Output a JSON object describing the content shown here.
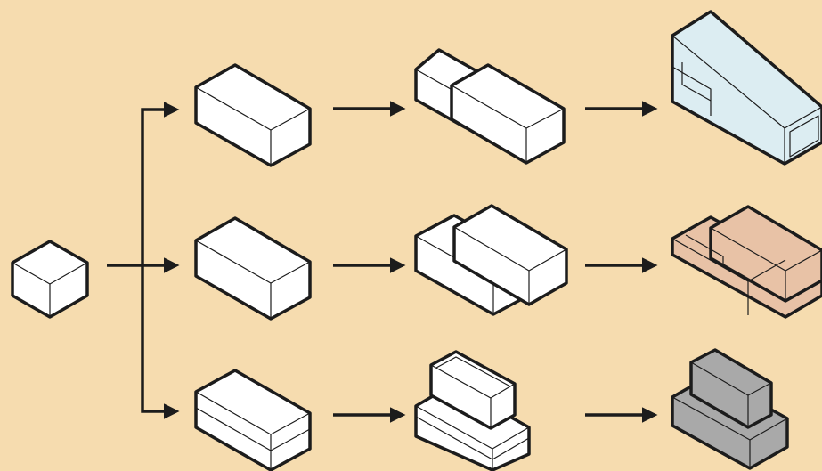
{
  "diagram": {
    "background": "#f6dcaf",
    "stroke": "#1c1c1c",
    "box_fill": "#ffffff",
    "rows": [
      {
        "branch": "top",
        "variant": "angled-extension",
        "final_fill": "#dcedf2"
      },
      {
        "branch": "middle",
        "variant": "offset-slabs",
        "final_fill": "#e8c2a6"
      },
      {
        "branch": "bottom",
        "variant": "stacked-volumes",
        "final_fill": "#a9a9a9"
      }
    ]
  }
}
